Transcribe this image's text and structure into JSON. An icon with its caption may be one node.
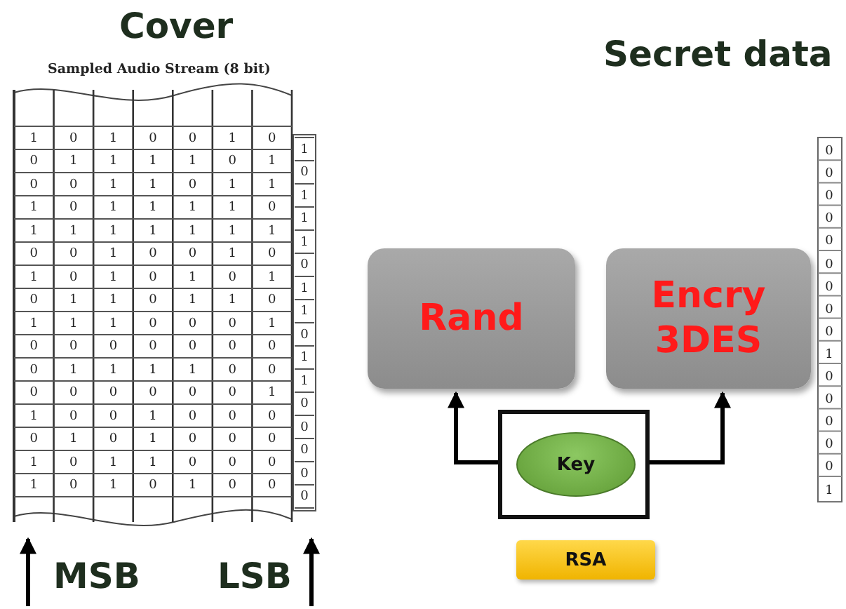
{
  "diagram": {
    "nodes": [
      {
        "text": [
          "Sampled Audio Stream (8 bit)"
        ]
      },
      {
        "text": [
          "Rand"
        ]
      },
      {
        "text": [
          "Encry 3DES"
        ]
      },
      {
        "text": [],
        "shape": "box"
      },
      {
        "text": [
          "Key"
        ],
        "in": 3
      },
      {
        "text": [
          "RSA"
        ]
      }
    ],
    "edges": [
      {
        "from": 3,
        "to": 1,
        "arrow": "to"
      },
      {
        "from": 3,
        "to": 2,
        "arrow": "to"
      },
      {
        "from": null,
        "to": 0,
        "arrow": "to"
      },
      {
        "from": null,
        "to": 0,
        "arrow": "to"
      }
    ],
    "labels": [
      "Cover",
      "Secret data",
      "1",
      "0",
      "1",
      "0",
      "0",
      "1",
      "0",
      "0",
      "1",
      "1",
      "1",
      "1",
      "0",
      "1",
      "0",
      "0",
      "1",
      "1",
      "0",
      "1",
      "1",
      "1",
      "0",
      "1",
      "1",
      "1",
      "1",
      "0",
      "1",
      "1",
      "1",
      "1",
      "1",
      "1",
      "1",
      "0",
      "0",
      "1",
      "0",
      "0",
      "1",
      "0",
      "1",
      "0",
      "1",
      "0",
      "1",
      "0",
      "1",
      "0",
      "1",
      "1",
      "0",
      "1",
      "1",
      "0",
      "1",
      "1",
      "1",
      "0",
      "0",
      "0",
      "1",
      "0",
      "0",
      "0",
      "0",
      "0",
      "0",
      "0",
      "0",
      "1",
      "1",
      "1",
      "1",
      "0",
      "0",
      "0",
      "0",
      "0",
      "0",
      "0",
      "0",
      "1",
      "1",
      "0",
      "0",
      "1",
      "0",
      "0",
      "0",
      "0",
      "1",
      "0",
      "1",
      "0",
      "0",
      "0",
      "1",
      "0",
      "1",
      "1",
      "0",
      "0",
      "0",
      "1",
      "0",
      "1",
      "0",
      "1",
      "0",
      "0",
      "1",
      "0",
      "1",
      "1",
      "1",
      "0",
      "1",
      "1",
      "0",
      "1",
      "1",
      "0",
      "0",
      "0",
      "0",
      "0",
      "0",
      "0",
      "0",
      "0",
      "0",
      "0",
      "0",
      "0",
      "0",
      "1",
      "0",
      "0",
      "0",
      "0",
      "0",
      "1",
      "MSB",
      "LSB"
    ]
  }
}
